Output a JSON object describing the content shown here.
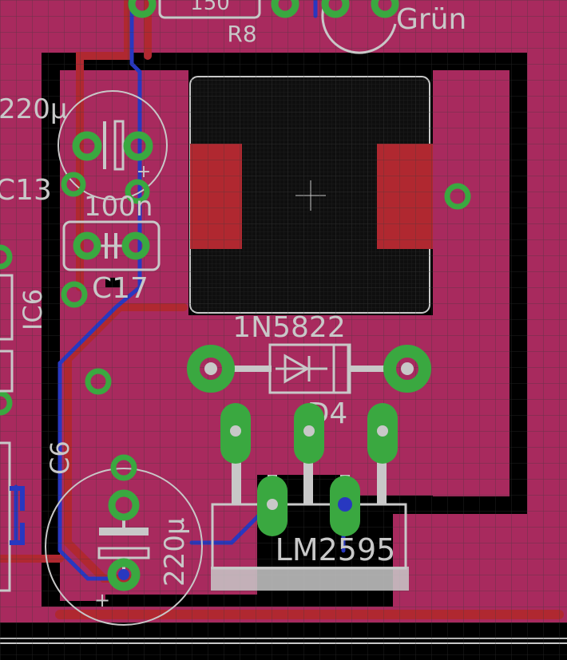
{
  "app": "PCB layout editor",
  "colors": {
    "background": "#000000",
    "copper_pour": "#a82a5e",
    "copper_trace": "#b02830",
    "bottom_trace": "#2838c0",
    "pad": "#3aa840",
    "silkscreen": "#c8c8c8",
    "grid": "#3a3a3a"
  },
  "labels": {
    "led_green": "Grün",
    "r8_value": "150",
    "r8_name": "R8",
    "c13_value": "220µ",
    "c13_name": "C13",
    "c17_value": "100n",
    "c17_name": "C17",
    "ic6_name": "IC6",
    "diode_value": "1N5822",
    "diode_name": "D4",
    "c6_name": "C6",
    "c6_value": "220µ",
    "regulator_name": "LM2595",
    "c13_polarity": "+",
    "c6_polarity": "+"
  }
}
